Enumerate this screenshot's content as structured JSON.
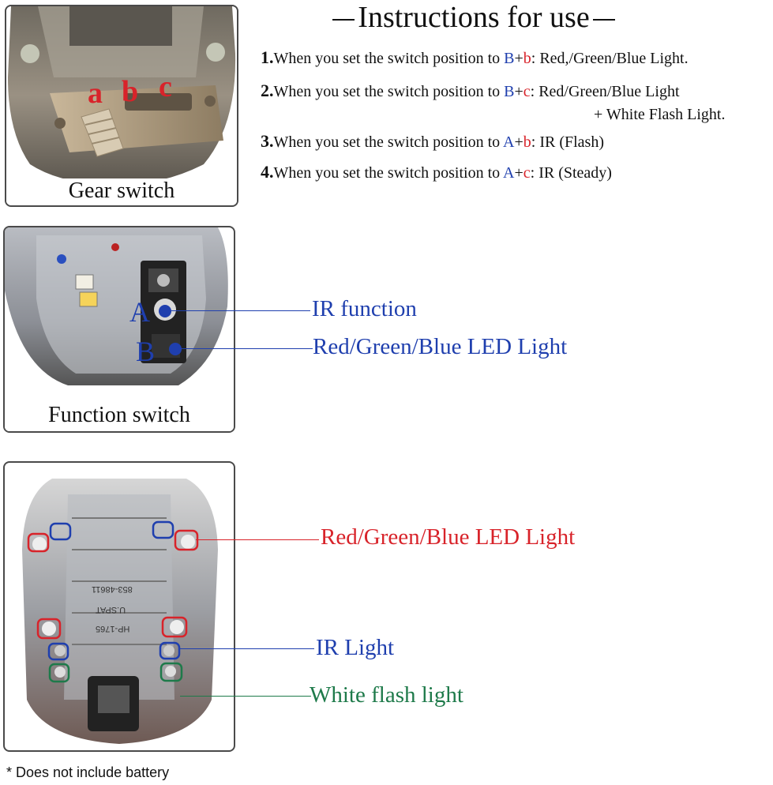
{
  "title": "Instructions for use",
  "instructions": [
    {
      "num": "1.",
      "pre": "When you set the switch position to ",
      "k1": "B",
      "plus": "+",
      "k2": "b",
      "post": ": Red,/Green/Blue Light.",
      "cont": ""
    },
    {
      "num": "2.",
      "pre": "When you set the switch position to ",
      "k1": "B",
      "plus": "+",
      "k2": "c",
      "post": ": Red/Green/Blue Light",
      "cont": "+ White Flash Light."
    },
    {
      "num": "3.",
      "pre": "When you set the switch position to ",
      "k1": "A",
      "plus": "+",
      "k2": "b",
      "post": ": IR (Flash)",
      "cont": ""
    },
    {
      "num": "4.",
      "pre": "When you set the switch position to ",
      "k1": "A",
      "plus": "+",
      "k2": "c",
      "post": ": IR (Steady)",
      "cont": ""
    }
  ],
  "gear_panel": {
    "caption": "Gear switch",
    "letters": [
      "a",
      "b",
      "c"
    ]
  },
  "function_panel": {
    "caption": "Function switch",
    "letter_a": "A",
    "letter_b": "B",
    "label_a": "IR function",
    "label_b": "Red/Green/Blue LED Light"
  },
  "device_panel": {
    "printed": [
      "853-48611",
      "U.SPAT",
      "HP-1765"
    ],
    "label_rgb": "Red/Green/Blue LED Light",
    "label_ir": "IR Light",
    "label_white": "White flash light"
  },
  "footnote": "* Does not include battery",
  "colors": {
    "blue": "#1f3fae",
    "red": "#d8232a",
    "green": "#1e7a4a"
  }
}
